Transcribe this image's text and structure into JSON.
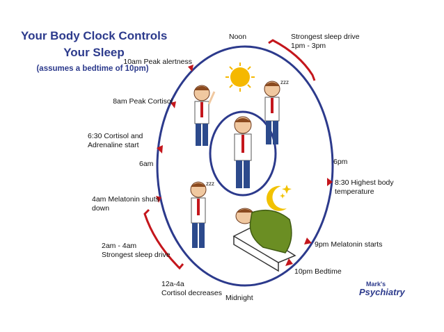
{
  "title": {
    "line1": "Your Body Clock Controls",
    "line2": "Your Sleep",
    "subtitle": "(assumes a bedtime of 10pm)"
  },
  "labels": {
    "noon": "Noon",
    "strongest_sleep_drive_pm_1": "Strongest sleep drive",
    "strongest_sleep_drive_pm_2": "1pm - 3pm",
    "peak_alertness": "10am Peak alertness",
    "peak_cortisol": "8am Peak Cortisol",
    "cortisol_adrenaline_1": "6:30 Cortisol and",
    "cortisol_adrenaline_2": "Adrenaline start",
    "six_am": "6am",
    "six_pm": "6pm",
    "body_temp_1": "8:30 Highest body",
    "body_temp_2": "temperature",
    "melatonin_shuts_1": "4am Melatonin shuts",
    "melatonin_shuts_2": "down",
    "melatonin_starts": "9pm Melatonin starts",
    "sleep_drive_am_1": "2am - 4am",
    "sleep_drive_am_2": "Strongest sleep drive",
    "bedtime": "10pm Bedtime",
    "cortisol_decreases_1": "12a-4a",
    "cortisol_decreases_2": "Cortisol decreases",
    "midnight": "Midnight",
    "zzz_1": "zzz",
    "zzz_2": "zzz"
  },
  "brand": {
    "line1": "Mark's",
    "line2": "Psychiatry"
  },
  "colors": {
    "circle": "#2c3a8c",
    "marker": "#c4161c",
    "title": "#2c3a8c",
    "sun": "#f5b800",
    "moon": "#f2c200",
    "blanket": "#6b8e23"
  }
}
